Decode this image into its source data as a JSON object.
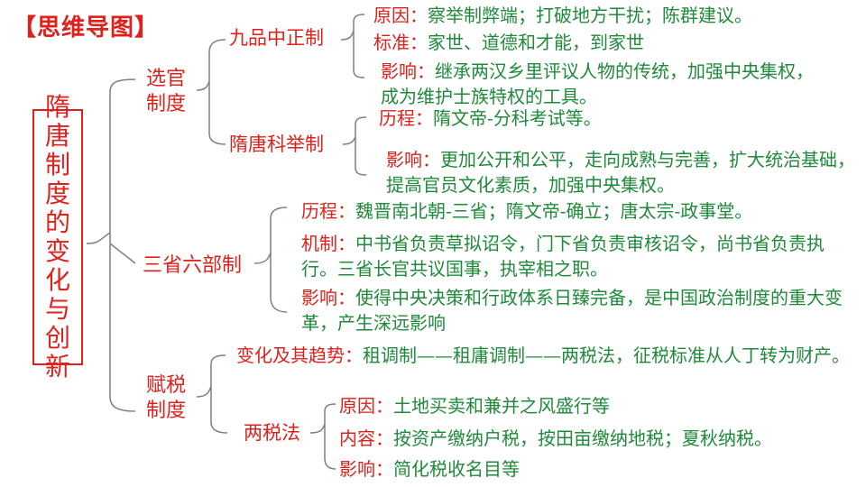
{
  "header": "【思维导图】",
  "root": "隋唐制度的变化与创新",
  "branches": [
    {
      "label": "选官制度",
      "children": [
        {
          "label": "九品中正制",
          "items": [
            {
              "label": "原因：",
              "text": "察举制弊端；打破地方干扰；陈群建议。"
            },
            {
              "label": "标准：",
              "text": "家世、道德和才能，到家世"
            },
            {
              "label": "影响：",
              "text": "继承两汉乡里评议人物的传统，加强中央集权，成为维护士族特权的工具。"
            }
          ]
        },
        {
          "label": "隋唐科举制",
          "items": [
            {
              "label": "历程：",
              "text": "隋文帝-分科考试等。"
            },
            {
              "label": "影响：",
              "text": "更加公开和公平，走向成熟与完善，扩大统治基础，提高官员文化素质，加强中央集权。"
            }
          ]
        }
      ]
    },
    {
      "label": "三省六部制",
      "items": [
        {
          "label": "历程：",
          "text": "魏晋南北朝-三省；隋文帝-确立；唐太宗-政事堂。"
        },
        {
          "label": "机制：",
          "text": "中书省负责草拟诏令，门下省负责审核诏令，尚书省负责执行。三省长官共议国事，执宰相之职。"
        },
        {
          "label": "影响：",
          "text": "使得中央决策和行政体系日臻完备，是中国政治制度的重大变革，产生深远影响"
        }
      ]
    },
    {
      "label": "赋税制度",
      "children": [
        {
          "label": "变化及其趋势：",
          "text": "租调制——租庸调制——两税法，征税标准从人丁转为财产。"
        },
        {
          "label": "两税法",
          "items": [
            {
              "label": "原因：",
              "text": "土地买卖和兼并之风盛行等"
            },
            {
              "label": "内容：",
              "text": "按资产缴纳户税，按田亩缴纳地税；夏秋纳税。"
            },
            {
              "label": "影响：",
              "text": "简化税收名目等"
            }
          ]
        }
      ]
    }
  ],
  "colors": {
    "accent": "#e0201b",
    "text": "#1f8a3a",
    "bracket": "#7f7f7f"
  }
}
